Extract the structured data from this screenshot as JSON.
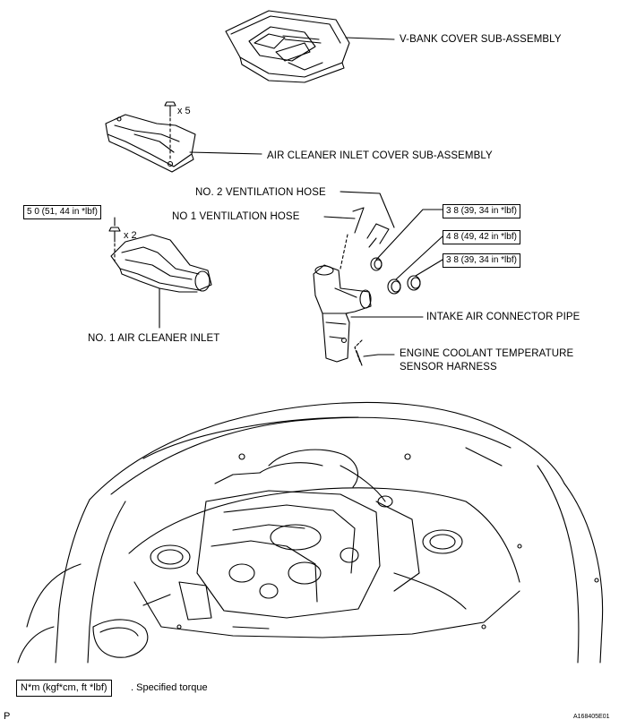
{
  "labels": {
    "v_bank_cover": "V-BANK COVER SUB-ASSEMBLY",
    "air_cleaner_inlet_cover": "AIR CLEANER INLET COVER SUB-ASSEMBLY",
    "no2_ventilation_hose": "NO. 2 VENTILATION HOSE",
    "no1_ventilation_hose": "NO  1 VENTILATION HOSE",
    "intake_air_connector_pipe": "INTAKE AIR CONNECTOR PIPE",
    "engine_coolant_line1": "ENGINE COOLANT TEMPERATURE",
    "engine_coolant_line2": "SENSOR HARNESS",
    "no1_air_cleaner_inlet": "NO. 1 AIR CLEANER INLET"
  },
  "quantities": {
    "bolts_cover": "x 5",
    "bolts_inlet": "x 2"
  },
  "torques": {
    "inlet_bolt": "5 0 (51, 44 in *lbf)",
    "clamp_1": "3 8 (39, 34 in *lbf)",
    "clamp_2": "4 8 (49, 42 in *lbf)",
    "clamp_3": "3 8 (39, 34 in *lbf)"
  },
  "legend": {
    "box": "N*m (kgf*cm, ft *lbf)",
    "text": ". Specified torque"
  },
  "footer": {
    "left": "P",
    "right": "A168405E01"
  }
}
